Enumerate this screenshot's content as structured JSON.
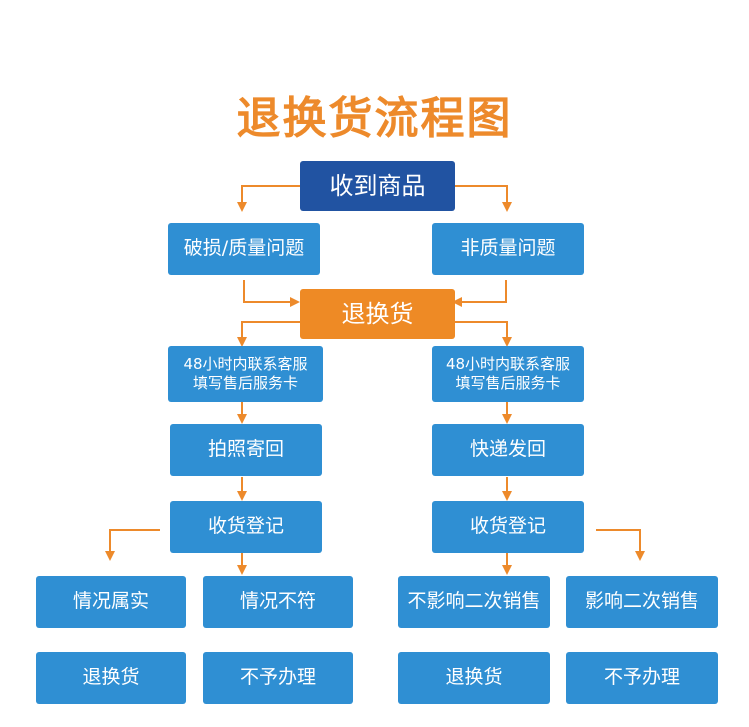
{
  "title": "退换货流程图",
  "colors": {
    "title": "#ed8a2b",
    "root": "#2153a2",
    "hub": "#ee8a25",
    "node": "#2f8fd3",
    "arrow": "#ed8a2b"
  },
  "nodes": {
    "received": "收到商品",
    "damaged_quality": "破损/质量问题",
    "non_quality": "非质量问题",
    "return_exchange": "退换货",
    "contact_left": {
      "line1": "48小时内联系客服",
      "line2": "填写售后服务卡"
    },
    "contact_right": {
      "line1": "48小时内联系客服",
      "line2": "填写售后服务卡"
    },
    "photo_send": "拍照寄回",
    "express_send": "快递发回",
    "register_left": "收货登记",
    "register_right": "收货登记",
    "fact": "情况属实",
    "mismatch": "情况不符",
    "no_effect": "不影响二次销售",
    "affect": "影响二次销售",
    "result_exchange_1": "退换货",
    "result_reject_1": "不予办理",
    "result_exchange_2": "退换货",
    "result_reject_2": "不予办理"
  }
}
